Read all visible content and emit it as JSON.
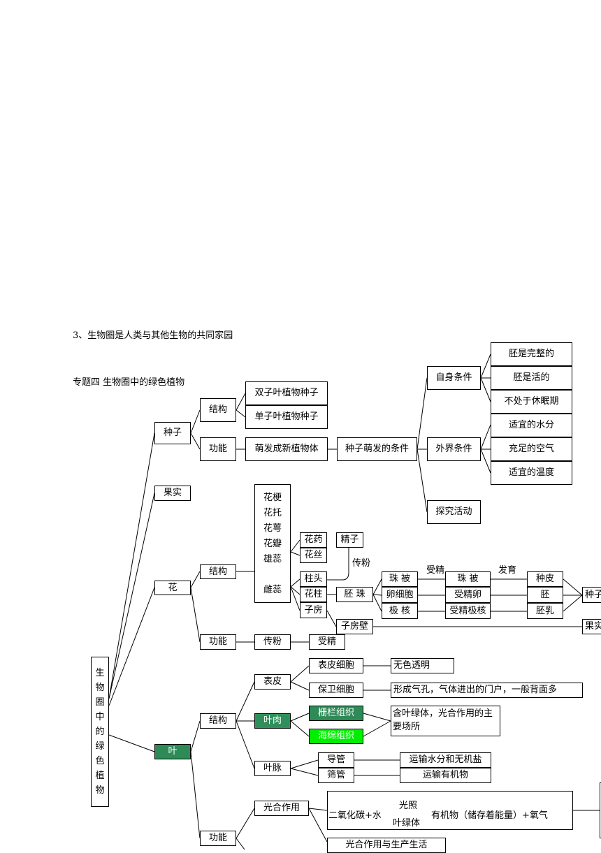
{
  "heading": "3、生物圈是人类与其他生物的共同家园",
  "topic": "专题四  生物圈中的绿色植物",
  "root": [
    "生",
    "物",
    "圈",
    "中",
    "的",
    "绿",
    "色",
    "植",
    "物"
  ],
  "seed": {
    "label": "种子",
    "structure": "结构",
    "function": "功能",
    "dicot": "双子叶植物种子",
    "monocot": "单子叶植物种子",
    "develop": "萌发成新植物体",
    "conditions": "种子萌发的条件",
    "self": "自身条件",
    "embryo_complete": "胚是完整的",
    "embryo_alive": "胚是活的",
    "not_dormant": "不处于休眠期",
    "external": "外界条件",
    "water": "适宜的水分",
    "air": "充足的空气",
    "temperature": "适宜的温度",
    "explore": "探究活动"
  },
  "fruit": {
    "label": "果实"
  },
  "flower": {
    "label": "花",
    "structure": "结构",
    "function": "功能",
    "parts": [
      "花梗",
      "花托",
      "花萼",
      "花瓣",
      "雄蕊",
      "",
      "雌蕊"
    ],
    "anther": "花药",
    "filament": "花丝",
    "sperm": "精子",
    "pollination_label": "传粉",
    "stigma": "柱头",
    "style": "花柱",
    "ovary": "子房",
    "ovule": "胚    珠",
    "integument": "珠    被",
    "egg": "卵细胞",
    "polar": "极    核",
    "fertilize": "受精",
    "develop": "发育",
    "integument2": "珠    被",
    "zygote": "受精卵",
    "fert_polar": "受精极核",
    "seed_coat": "种皮",
    "embryo": "胚",
    "endosperm": "胚乳",
    "seed_out": "种子",
    "ovary_wall": "子房壁",
    "fruit_out": "果实",
    "pollinate": "传粉",
    "fertilization": "受精"
  },
  "leaf": {
    "label": "叶",
    "structure": "结构",
    "function": "功能",
    "epidermis": "表皮",
    "epidermal_cell": "表皮细胞",
    "colorless": "无色透明",
    "guard_cell": "保卫细胞",
    "stomata": "形成气孔，气体进出的门户，一般背面多",
    "mesophyll": "叶肉",
    "palisade": "栅栏组织",
    "spongy": "海绵组织",
    "chloro": "含叶绿体，光合作用的主要场所",
    "vein": "叶脉",
    "vessel": "导管",
    "sieve": "筛管",
    "water_transport": "运输水分和无机盐",
    "organic_transport": "运输有机物",
    "photosynthesis": "光合作用",
    "eq_left": "二氧化碳+水",
    "eq_top": "光照",
    "eq_bottom": "叶绿体",
    "eq_right": "有机物（储存着能量）+氧气",
    "production": "光合作用与生产生活"
  }
}
